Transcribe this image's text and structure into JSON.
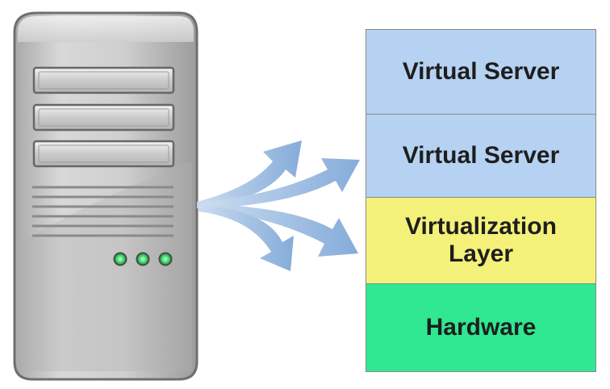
{
  "diagram": {
    "layers": [
      {
        "label": "Virtual Server",
        "color": "#b6d2f2"
      },
      {
        "label": "Virtual Server",
        "color": "#b6d2f2"
      },
      {
        "label": "Virtualization Layer",
        "color": "#f4f17a"
      },
      {
        "label": "Hardware",
        "color": "#2fe891"
      }
    ],
    "server": {
      "icon": "server-tower-icon",
      "body_color": "#c9c9c9",
      "led_color": "#38d86a",
      "led_count": 3
    },
    "arrows": {
      "icon": "branching-arrows-icon",
      "color": "#86acd9",
      "count": 4
    }
  }
}
